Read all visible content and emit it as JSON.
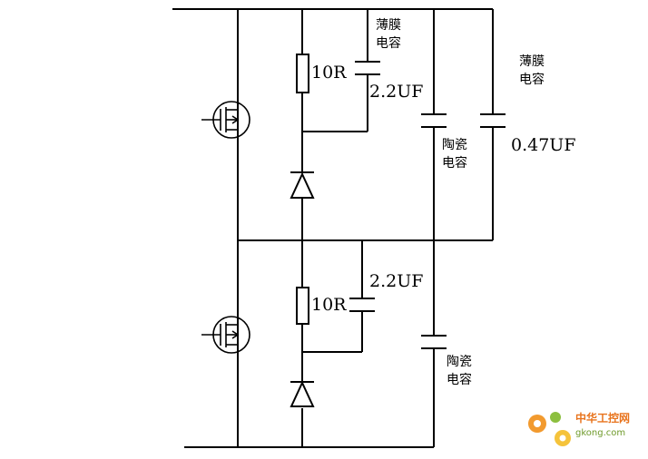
{
  "labels": {
    "film_cap_top": [
      "薄膜",
      "电容"
    ],
    "film_cap_right": [
      "薄膜",
      "电容"
    ],
    "ceramic_cap_top": [
      "陶瓷",
      "电容"
    ],
    "ceramic_cap_bottom": [
      "陶瓷",
      "电容"
    ],
    "resistor_top_value": "10R",
    "resistor_bottom_value": "10R",
    "cap_top_value": "2.2UF",
    "cap_bottom_value": "2.2UF",
    "cap_right_value": "0.47UF"
  },
  "watermark": {
    "title": "中华工控网",
    "url": "gkong.com"
  }
}
